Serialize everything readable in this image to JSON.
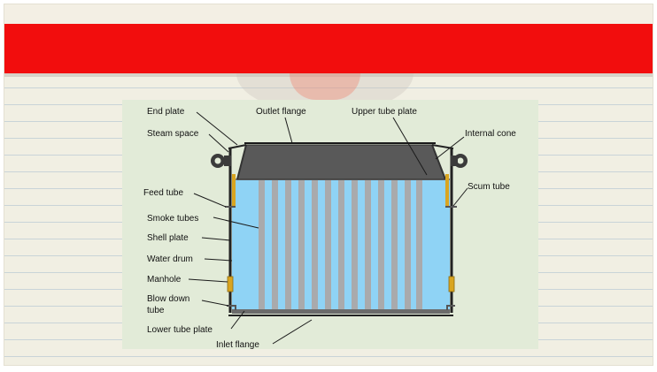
{
  "labels": {
    "end_plate": "End plate",
    "outlet_flange": "Outlet flange",
    "upper_tube_plate": "Upper tube plate",
    "steam_space": "Steam space",
    "internal_cone": "Internal cone",
    "feed_tube": "Feed tube",
    "scum_tube": "Scum tube",
    "smoke_tubes": "Smoke tubes",
    "shell_plate": "Shell plate",
    "water_drum": "Water drum",
    "manhole": "Manhole",
    "blow_down_line1": "Blow down",
    "blow_down_line2": "tube",
    "lower_tube_plate": "Lower tube plate",
    "inlet_flange": "Inlet flange"
  },
  "colors": {
    "header_red": "#f20d0d",
    "water": "#8fd3f5",
    "tube": "#a9aaac",
    "steel_dark": "#4a4a4a",
    "brass": "#d9a520"
  }
}
